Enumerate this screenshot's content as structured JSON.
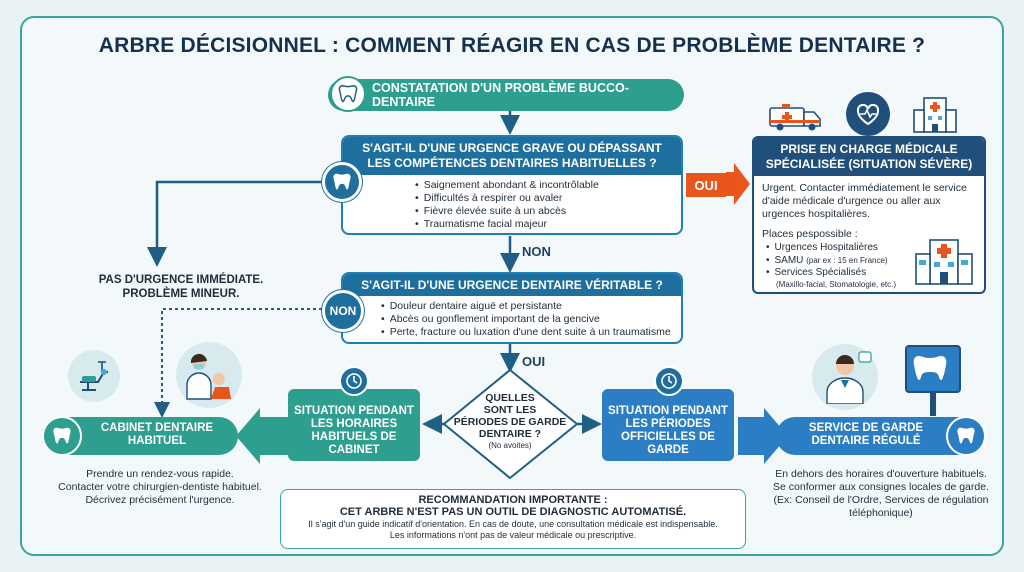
{
  "title": "ARBRE DÉCISIONNEL : COMMENT RÉAGIR EN CAS DE PROBLÈME DENTAIRE ?",
  "start": {
    "label": "CONSTATATION D'UN PROBLÈME BUCCO-DENTAIRE"
  },
  "q1": {
    "title_line1": "S'AGIT-IL D'UNE URGENCE GRAVE OU DÉPASSANT",
    "title_line2": "LES COMPÉTENCES DENTAIRES HABITUELLES ?",
    "items": [
      "Saignement abondant & incontrôlable",
      "Difficultés à respirer ou avaler",
      "Fièvre élevée suite à un abcès",
      "Traumatisme facial majeur"
    ]
  },
  "labels": {
    "oui1": "OUI",
    "non1": "NON",
    "non2": "NON",
    "oui2": "OUI"
  },
  "severe": {
    "title_line1": "PRISE EN CHARGE MÉDICALE",
    "title_line2": "SPÉCIALISÉE (SITUATION SÉVÈRE)",
    "desc_line1": "Urgent. Contacter immédiatement le service",
    "desc_line2": "d'aide médicale d'urgence ou aller aux",
    "desc_line3": "urgences hospitalières.",
    "places_title": "Places pespossible :",
    "places": [
      {
        "main": "Urgences Hospitalières",
        "note": ""
      },
      {
        "main": "SAMU",
        "note": "(par ex : 15 en France)"
      },
      {
        "main": "Services Spécialisés",
        "note": ""
      }
    ],
    "places_note": "(Maxillo-facial, Stomatologie, etc.)"
  },
  "minor": {
    "line1": "PAS D'URGENCE IMMÉDIATE.",
    "line2": "PROBLÈME MINEUR."
  },
  "q2": {
    "title": "S'AGIT-IL D'UNE URGENCE DENTAIRE VÉRITABLE ?",
    "items": [
      "Douleur dentaire aiguë et persistante",
      "Abcès ou gonflement important de la gencive",
      "Perte, fracture ou luxation d'une dent suite à un traumatisme"
    ]
  },
  "diamond": {
    "line1": "QUELLES",
    "line2": "SONT LES",
    "line3": "PÉRIODES DE GARDE",
    "line4": "DENTAIRE ?",
    "sub": "(No avoites)"
  },
  "left_situation": {
    "line1": "SITUATION PENDANT",
    "line2": "LES HORAIRES",
    "line3": "HABITUELS DE",
    "line4": "CABINET"
  },
  "right_situation": {
    "line1": "SITUATION PENDANT",
    "line2": "LES PÉRIODES",
    "line3": "OFFICIELLES DE",
    "line4": "GARDE"
  },
  "cabinet": {
    "label_line1": "CABINET DENTAIRE",
    "label_line2": "HABITUEL",
    "desc_line1": "Prendre un rendez-vous rapide.",
    "desc_line2": "Contacter votre chirurgien-dentiste habituel.",
    "desc_line3": "Décrivez précisément l'urgence."
  },
  "garde": {
    "label_line1": "SERVICE DE GARDE",
    "label_line2": "DENTAIRE RÉGULÉ",
    "desc_line1": "En dehors des horaires d'ouverture habituels.",
    "desc_line2": "Se conformer aux consignes locales de garde.",
    "desc_line3": "(Ex: Conseil de l'Ordre, Services de régulation",
    "desc_line4": "téléphonique)"
  },
  "recommendation": {
    "line1": "RECOMMANDATION IMPORTANTE :",
    "line2": "CET ARBRE N'EST PAS UN OUTIL DE DIAGNOSTIC AUTOMATISÉ.",
    "line3": "Il s'agit d'un guide indicatif d'orientation. En cas de doute, une consultation médicale est indispensable.",
    "line4": "Les informations n'ont pas de valeur médicale ou prescriptive."
  },
  "colors": {
    "teal": "#2e9e8e",
    "navy": "#1f6f9e",
    "orange": "#e8561e",
    "blue": "#2b7ec4",
    "dark": "#1f4f7a"
  },
  "icons": [
    "tooth-icon",
    "ambulance-icon",
    "heart-pulse-icon",
    "hospital-icon",
    "clock-icon",
    "dentist-chair-icon",
    "dentist-icon",
    "doctor-icon",
    "tooth-sign-icon"
  ]
}
